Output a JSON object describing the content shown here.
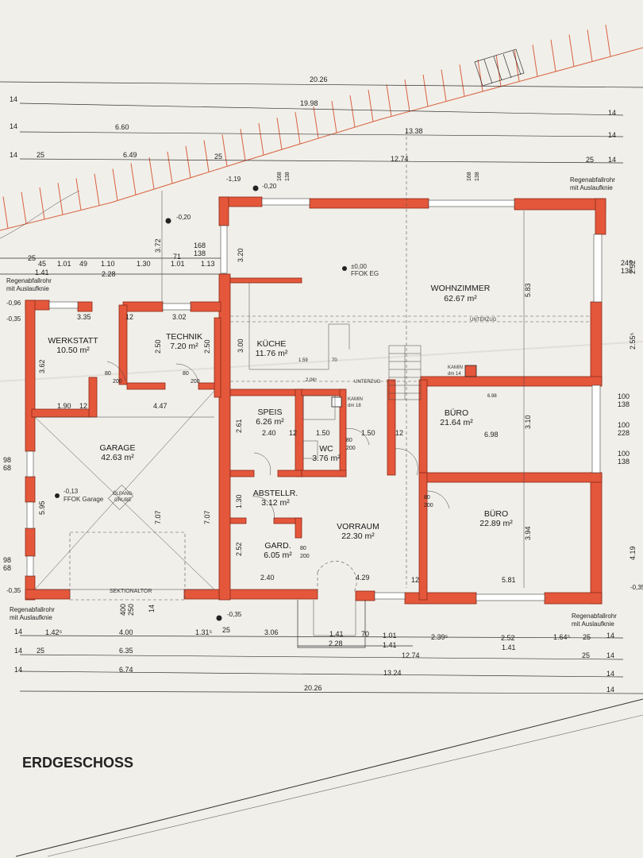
{
  "title": "ERDGESCHOSS",
  "rooms": {
    "wohnzimmer": {
      "name": "WOHNZIMMER",
      "area": "62.67 m²"
    },
    "werkstatt": {
      "name": "WERKSTATT",
      "area": "10.50 m²"
    },
    "technik": {
      "name": "TECHNIK",
      "area": "7.20 m²"
    },
    "kueche": {
      "name": "KÜCHE",
      "area": "11.76 m²"
    },
    "garage": {
      "name": "GARAGE",
      "area": "42.63 m²"
    },
    "speis": {
      "name": "SPEIS",
      "area": "6.26 m²"
    },
    "wc": {
      "name": "WC",
      "area": "3.76 m²"
    },
    "buero1": {
      "name": "BÜRO",
      "area": "21.64 m²"
    },
    "buero2": {
      "name": "BÜRO",
      "area": "22.89 m²"
    },
    "abstellr": {
      "name": "ABSTELLR.",
      "area": "3.12 m²"
    },
    "garderobe": {
      "name": "GARD.",
      "area": "6.05 m²"
    },
    "vorraum": {
      "name": "VORRAUM",
      "area": "22.30 m²"
    }
  },
  "notes": {
    "regen": "Regenabfallrohr",
    "knie": "mit Auslaufknie",
    "ffok_eg_level": "±0,00",
    "ffok_eg": "FFOK EG",
    "ffok_garage_level": "-0,13",
    "ffok_garage": "FFOK Garage",
    "sektionaltor": "SEKTIONALTOR",
    "kamin": "KAMIN",
    "kamin_dm": "dm 18",
    "kamin2_dm": "dm 14",
    "unterzug": "UNTERZUG",
    "lvl_020a": "-0,20",
    "lvl_020b": "-0,20",
    "lvl_119": "-1,19",
    "lvl_096": "-0,96",
    "lvl_035a": "-0,35",
    "lvl_035b": "-0,35",
    "lvl_035c": "-0,35",
    "lvl_035d": "-0,35",
    "oelfang1": "ÖLFANG-",
    "oelfang2": "GRUBE"
  },
  "dims_top": {
    "r1": "20.26",
    "r2": "19.98",
    "r3a": "6.60",
    "r3b": "13.38",
    "r4a": "6.49",
    "r4b": "25",
    "r4c": "12.74",
    "t14": "14",
    "t25": "25"
  },
  "dims_left_row": [
    "25",
    "45",
    "1.01",
    "49",
    "1.10",
    "1.30",
    "1.01",
    "1.13"
  ],
  "dims_left_row2": [
    "1.41",
    "2.28"
  ],
  "dims_bottom": {
    "r1": [
      "1.42⁵",
      "4.00",
      "1.31⁵",
      "25",
      "3.06",
      "1.41",
      "70",
      "1.01",
      "2.39⁵",
      "2.52",
      "1.64⁵",
      "25"
    ],
    "r1b": [
      "2.28",
      "1.41",
      "1.41"
    ],
    "r2": [
      "6.35",
      "12.74"
    ],
    "r3": [
      "6.74",
      "13.24"
    ],
    "r4": "20.26"
  },
  "interior_dims": {
    "d335": "3.35",
    "d302": "3.02",
    "d362": "3.62",
    "d250a": "2.50",
    "d250b": "2.50",
    "d320": "3.20",
    "d372": "3.72",
    "d300": "3.00",
    "d583": "5.83",
    "d190": "1.90",
    "d447": "4.47",
    "d261": "2.61",
    "d240a": "2.40",
    "d150a": "1.50",
    "d150b": "1.50",
    "d698a": "6.98",
    "d698b": "6.98",
    "d310": "3.10",
    "d595": "5.95",
    "d707a": "7.07",
    "d707b": "7.07",
    "d130": "1.30",
    "d252": "2.52",
    "d240b": "2.40",
    "d429": "4.29",
    "d581": "5.81",
    "d394": "3.94",
    "d419": "4.19",
    "d252r": "2.52",
    "d255": "2.55⁵",
    "d168": "168",
    "d138": "138",
    "d12": "12",
    "d80": "80",
    "d200": "200",
    "d249": "249",
    "d100": "100",
    "d228": "228",
    "d98": "98",
    "d68": "68",
    "d400": "400",
    "d250c": "250",
    "d71": "71",
    "d159": "1.59",
    "d70": "70",
    "d206": "2.06⁵",
    "d14": "14"
  },
  "colors": {
    "wall": "#e4573b",
    "paper": "#f1efea",
    "site_line": "#d8623f"
  }
}
